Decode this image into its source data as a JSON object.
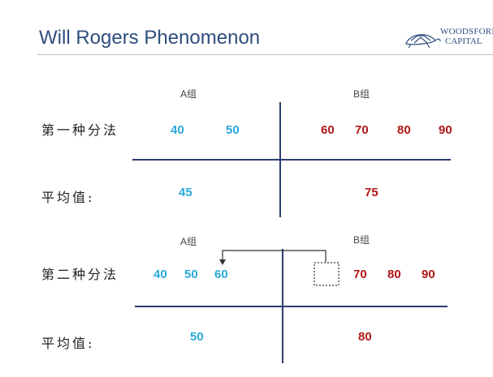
{
  "header": {
    "title": "Will Rogers Phenomenon",
    "logo_line1": "WOODSFORD",
    "logo_line2": "CAPITAL",
    "brand_color": "#2f4d7e"
  },
  "colors": {
    "group_a": "#2aa9d8",
    "group_b": "#b01717",
    "lines": "#2c3e6e"
  },
  "method1": {
    "group_a_label": "A组",
    "group_b_label": "B组",
    "row_label": "第一种分法",
    "group_a_values": [
      "40",
      "50"
    ],
    "group_b_values": [
      "60",
      "70",
      "80",
      "90"
    ],
    "avg_label": "平均值:",
    "group_a_avg": "45",
    "group_b_avg": "75"
  },
  "method2": {
    "group_a_label": "A组",
    "group_b_label": "B组",
    "row_label": "第二种分法",
    "group_a_values": [
      "40",
      "50",
      "60"
    ],
    "group_b_values": [
      "70",
      "80",
      "90"
    ],
    "avg_label": "平均值:",
    "group_a_avg": "50",
    "group_b_avg": "80"
  }
}
